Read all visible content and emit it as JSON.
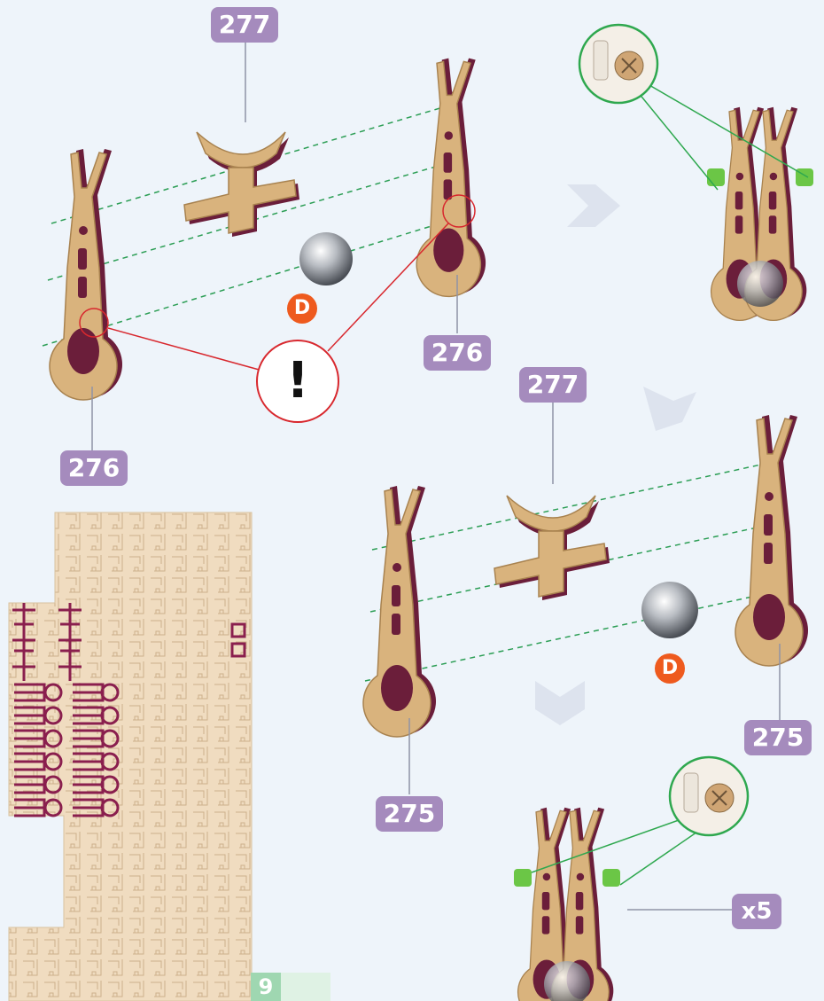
{
  "labels": {
    "part_277_top": "277",
    "part_276_right": "276",
    "part_276_left": "276",
    "part_277_mid": "277",
    "part_275_left": "275",
    "part_275_right": "275",
    "quantity": "x5"
  },
  "markers": {
    "ball_1": "D",
    "ball_2": "D",
    "warning": "!"
  },
  "page_number": "9",
  "colors": {
    "background": "#eef4fa",
    "label": "#a58bbd",
    "wood": "#d9b37d",
    "wood_edge": "#6b1e3a",
    "warning_red": "#d8282e",
    "zoom_green": "#2fa84f",
    "guide_green": "#2c9e55",
    "ball_marker": "#ee5a1e",
    "sheet": "#f0dcc0",
    "sheet_parts": "#8a1f4e"
  }
}
